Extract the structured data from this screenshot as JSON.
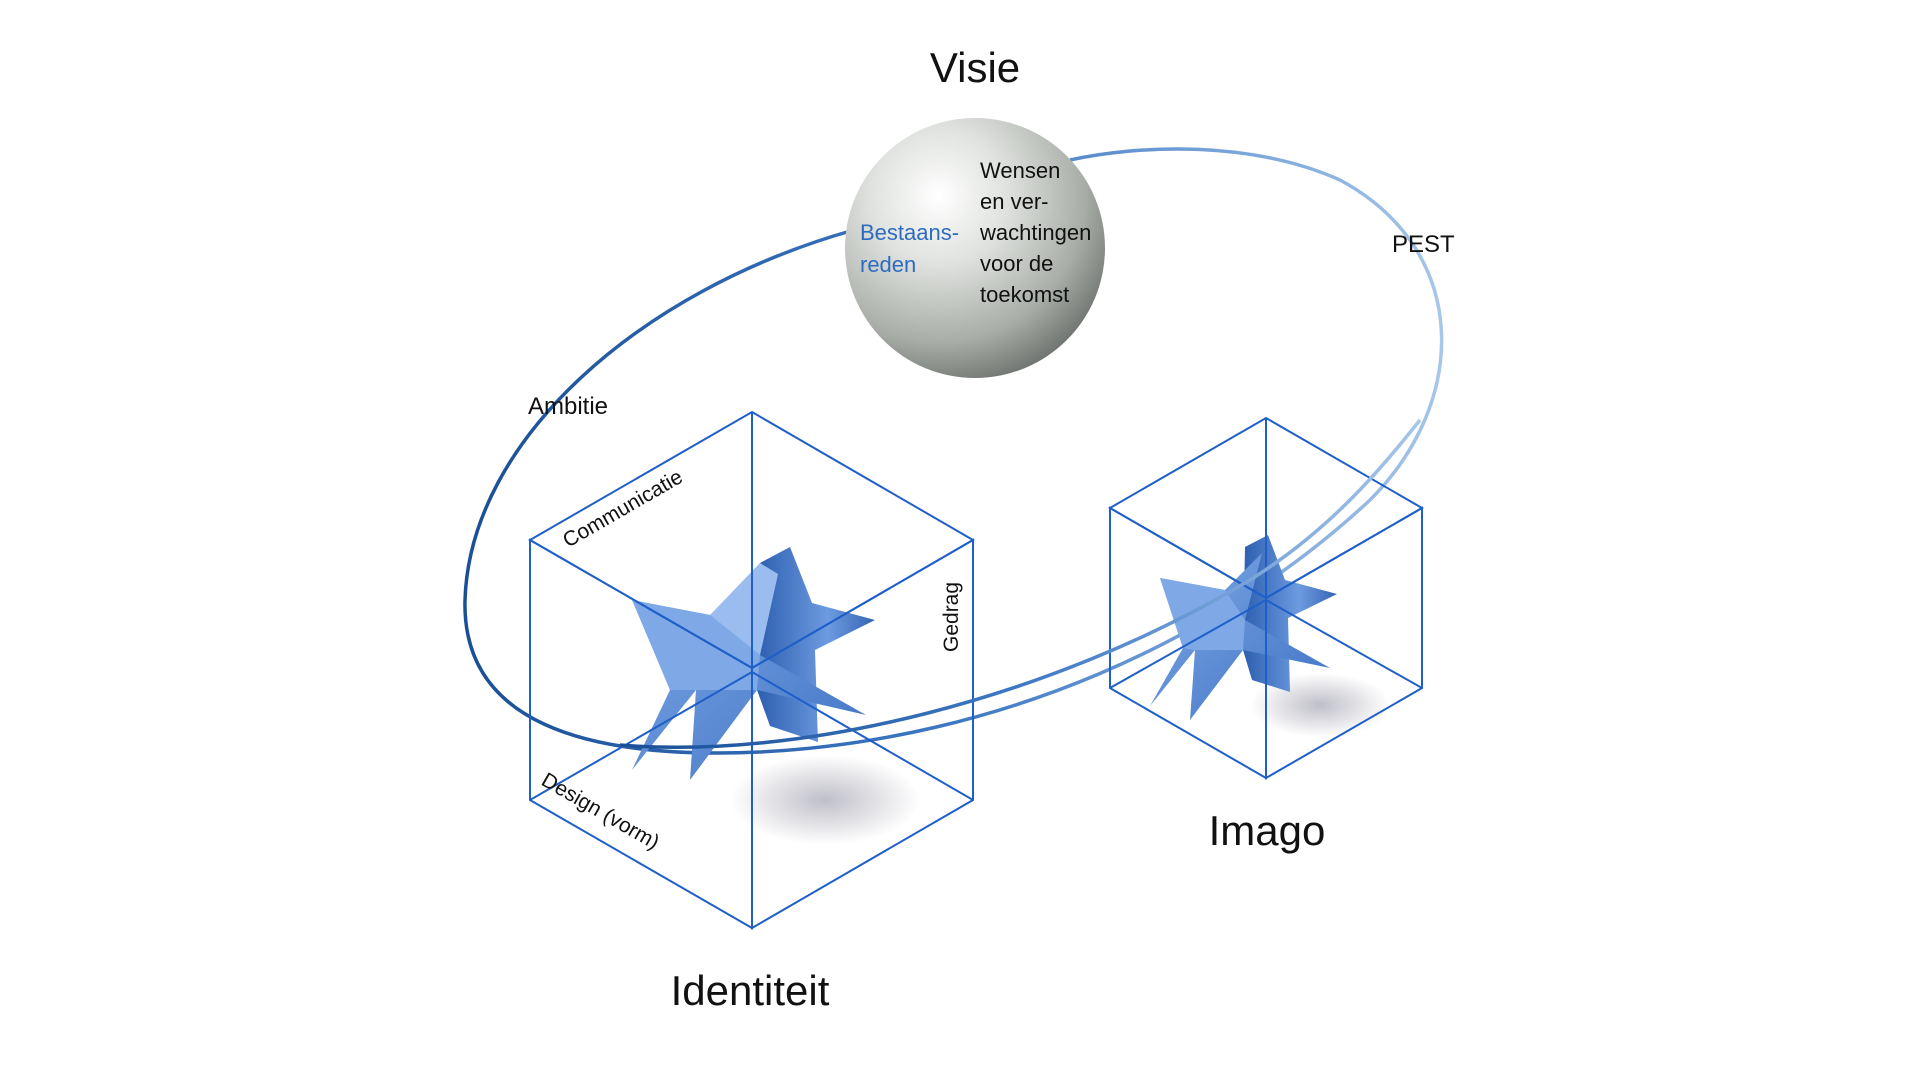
{
  "diagram": {
    "title_top": "Visie",
    "title_left": "Identiteit",
    "title_right": "Imago",
    "orbit_label_left": "Ambitie",
    "orbit_label_right": "PEST",
    "sphere": {
      "left_line1": "Bestaans-",
      "left_line2": "reden",
      "right_line1": "Wensen",
      "right_line2": "en ver-",
      "right_line3": "wachtingen",
      "right_line4": "voor de",
      "right_line5": "toekomst"
    },
    "cube_left_labels": {
      "top_face": "Communicatie",
      "right_face": "Gedrag",
      "bottom_face": "Design (vorm)"
    }
  },
  "colors": {
    "cube_stroke": "#1f5fc8",
    "orbit_dark": "#1a4f96",
    "orbit_light": "#9cc0e8",
    "star_fill": "#5d8fd8",
    "sphere_accent_text": "#2e6bc0"
  }
}
